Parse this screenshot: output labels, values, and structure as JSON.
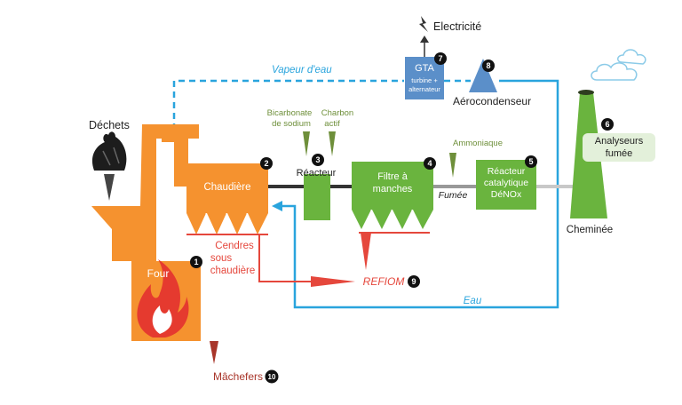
{
  "labels": {
    "electricite": "Electricité",
    "vapeur": "Vapeur d'eau",
    "gta_title": "GTA",
    "gta_sub1": "turbine +",
    "gta_sub2": "alternateur",
    "aerocondenseur": "Aérocondenseur",
    "dechets": "Déchets",
    "bicarbonate_1": "Bicarbonate",
    "bicarbonate_2": "de sodium",
    "charbon_1": "Charbon",
    "charbon_2": "actif",
    "ammoniaque": "Ammoniaque",
    "analyseurs_1": "Analyseurs",
    "analyseurs_2": "fumée",
    "chaudiere": "Chaudière",
    "reacteur": "Réacteur",
    "filtre_1": "Filtre à",
    "filtre_2": "manches",
    "fumee": "Fumée",
    "denox_1": "Réacteur",
    "denox_2": "catalytique",
    "denox_3": "DéNOx",
    "cheminee": "Cheminée",
    "cendres_1": "Cendres",
    "cendres_2": "sous",
    "cendres_3": "chaudière",
    "refiom": "REFIOM",
    "eau": "Eau",
    "four": "Four",
    "machefers": "Mâchefers"
  },
  "badges": {
    "four": "1",
    "chaudiere": "2",
    "reacteur": "3",
    "filtre": "4",
    "denox": "5",
    "analyseurs": "6",
    "gta": "7",
    "aerocondenseur": "8",
    "refiom": "9",
    "machefers": "10"
  },
  "colors": {
    "orange": "#f5922f",
    "green": "#6ab43e",
    "blue": "#29a4dd",
    "red": "#e5473c",
    "darkred": "#a8352a",
    "steel": "#5b8fc9",
    "gray": "#c8c8c8",
    "dark": "#333333",
    "olive": "#6e8f3a"
  }
}
